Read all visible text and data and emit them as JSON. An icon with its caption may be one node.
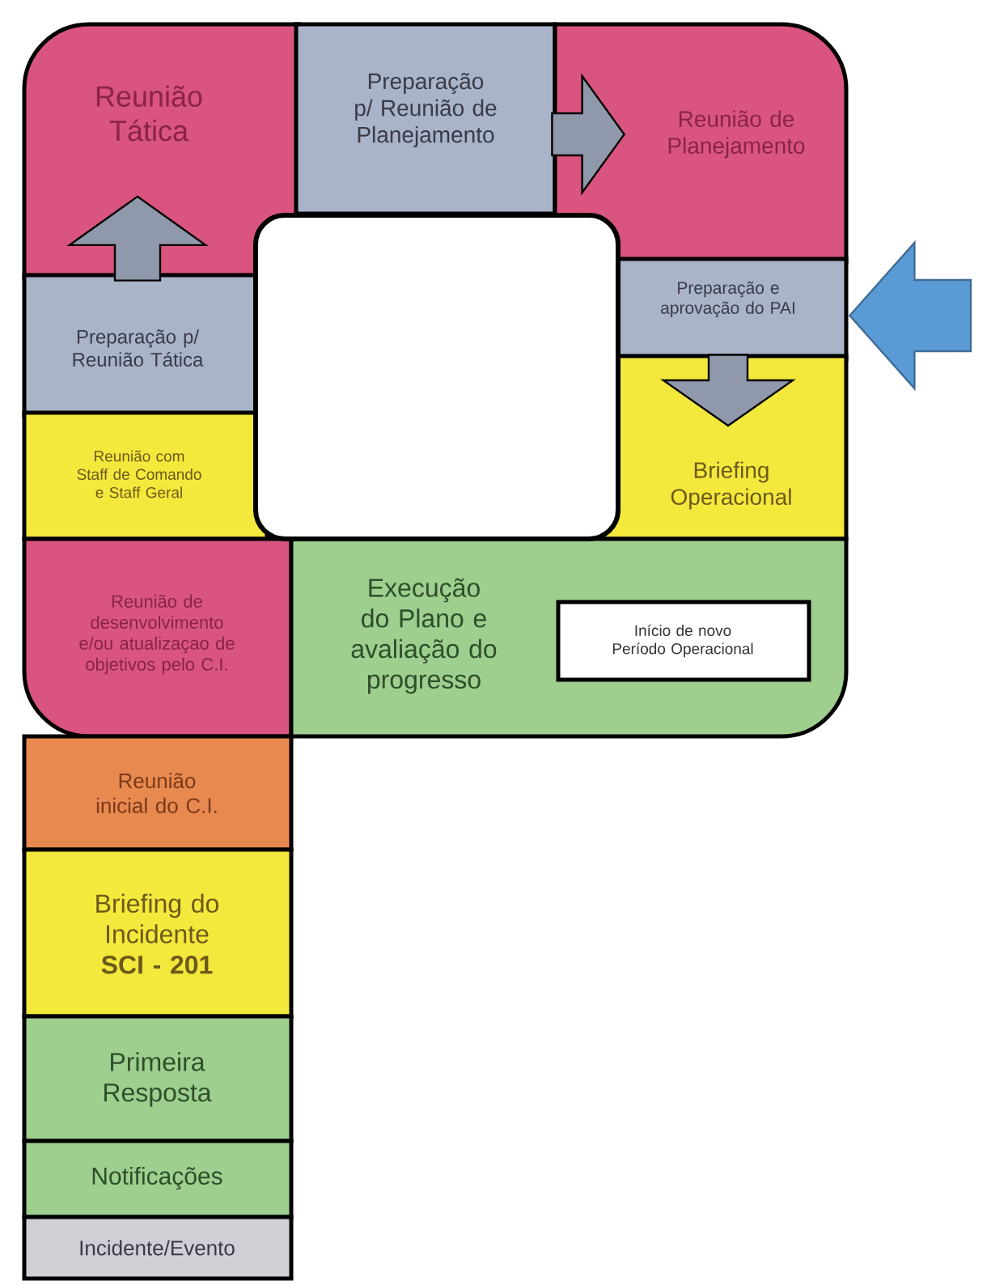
{
  "diagram": {
    "nodes": [
      {
        "text": [
          "Reunião Tática"
        ]
      },
      {
        "text": [
          "Preparação p/ Reunião de Planejamento"
        ]
      },
      {
        "text": [
          "Reunião de Planejamento"
        ]
      },
      {
        "text": [
          "Preparação p/ Reunião Tática"
        ]
      },
      {
        "text": [
          "Preparação e aprovação do PAI"
        ]
      },
      {
        "text": [
          "Reunião com Staff de Comando e Staff Geral"
        ]
      },
      {
        "text": [
          "Briefing Operacional"
        ]
      },
      {
        "text": [
          "Reunião de desenvolvimento e/ou atualizaçao de objetivos pelo C.I."
        ]
      },
      {
        "text": [
          "Execução do Plano e avaliação do progresso"
        ]
      },
      {
        "text": [
          "Início de novo Período Operacional"
        ],
        "in": 8
      },
      {
        "text": [
          "Reunião inicial do C.I."
        ]
      },
      {
        "text": [
          "Briefing do Incidente **SCI - 201**"
        ]
      },
      {
        "text": [
          "Primeira Resposta"
        ]
      },
      {
        "text": [
          "Notificações"
        ]
      },
      {
        "text": [
          "Incidente/Evento"
        ]
      }
    ],
    "edges": [
      {
        "from": 1,
        "to": 2,
        "arrow": "to"
      },
      {
        "from": 3,
        "to": 0,
        "arrow": "to"
      },
      {
        "from": 4,
        "to": 6,
        "arrow": "to"
      },
      {
        "from": null,
        "to": 4,
        "arrow": "to",
        "color": "#5b9bd5"
      }
    ]
  }
}
